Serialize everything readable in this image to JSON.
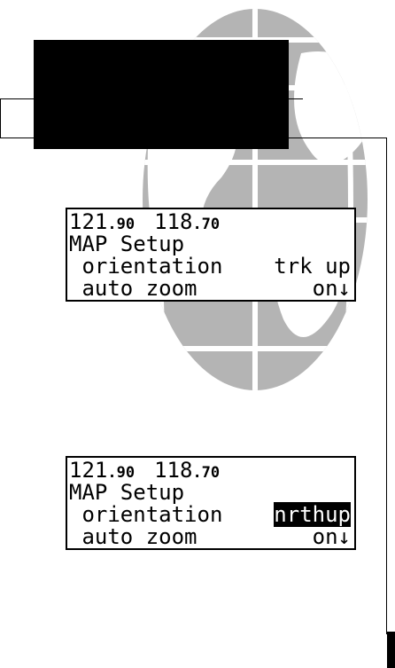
{
  "colors": {
    "globe": "#b4b4b4",
    "ink": "#000000",
    "background": "#ffffff"
  },
  "screens": [
    {
      "com_freq": {
        "main": "121",
        "decimal": ".90"
      },
      "nav_freq": {
        "main": "118",
        "decimal": ".70"
      },
      "title": "MAP Setup",
      "orientation": {
        "label": "orientation",
        "value": "trk up",
        "highlighted": false
      },
      "auto_zoom": {
        "label": "auto zoom",
        "value": "on",
        "arrow": "↓"
      }
    },
    {
      "com_freq": {
        "main": "121",
        "decimal": ".90"
      },
      "nav_freq": {
        "main": "118",
        "decimal": ".70"
      },
      "title": "MAP Setup",
      "orientation": {
        "label": "orientation",
        "value": "nrthup",
        "highlighted": true
      },
      "auto_zoom": {
        "label": "auto zoom",
        "value": "on",
        "arrow": "↓"
      }
    }
  ]
}
